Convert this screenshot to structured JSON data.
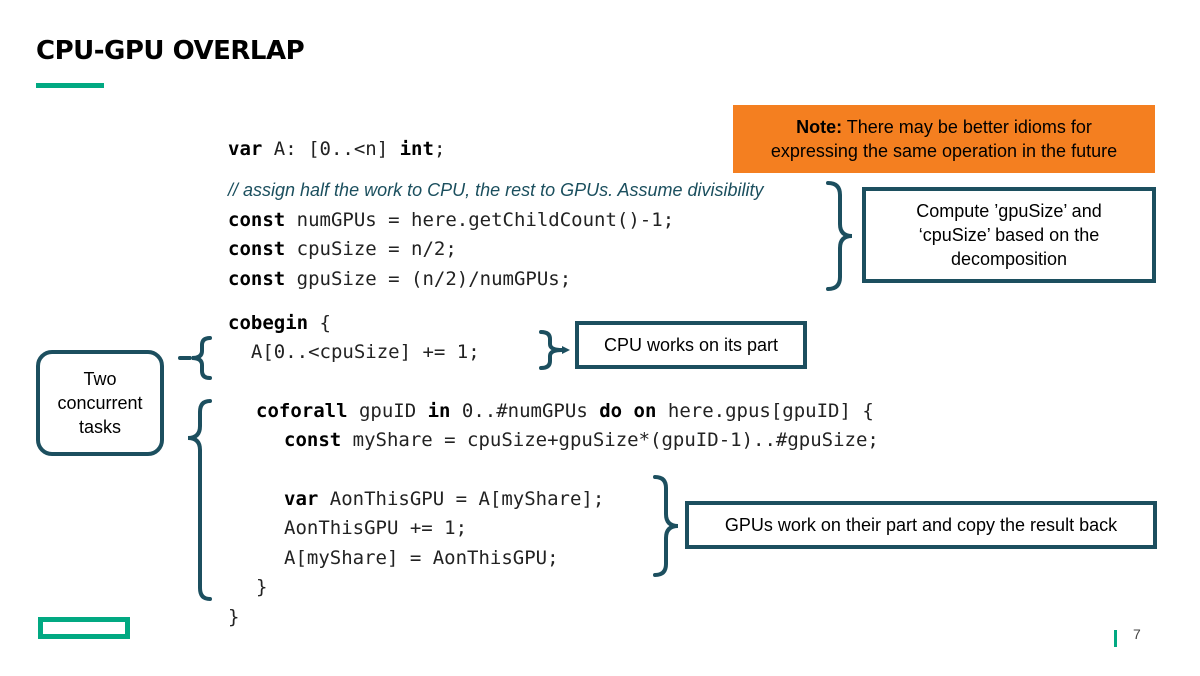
{
  "slide": {
    "title": "CPU-GPU OVERLAP",
    "page_number": "7"
  },
  "note": {
    "bold": "Note:",
    "line1_rest": " There may be better idioms for",
    "line2": "expressing the same operation in the future"
  },
  "code": {
    "line1": {
      "kw1": "var",
      "t1": " A: [0..<n] ",
      "kw2": "int",
      "t2": ";"
    },
    "comment": "// assign half the work to CPU, the rest to GPUs. Assume divisibility",
    "line2": {
      "kw": "const",
      "t": " numGPUs = here.getChildCount()-1;"
    },
    "line3": {
      "kw": "const",
      "t": " cpuSize = n/2;"
    },
    "line4": {
      "kw": "const",
      "t": " gpuSize = (n/2)/numGPUs;"
    },
    "line5": {
      "kw": "cobegin",
      "t": " {"
    },
    "line6": {
      "t": "  A[0..<cpuSize] += 1;"
    },
    "line7": {
      "kw1": "coforall",
      "t1": " gpuID ",
      "kw2": "in",
      "t2": " 0..#numGPUs ",
      "kw3": "do",
      "t3": " ",
      "kw4": "on",
      "t4": " here.gpus[gpuID] {"
    },
    "line8": {
      "kw": "const",
      "t": " myShare = cpuSize+gpuSize*(gpuID-1)..#gpuSize;"
    },
    "line9": {
      "kw": "var",
      "t": " AonThisGPU = A[myShare];"
    },
    "line10": {
      "t": "AonThisGPU += 1;"
    },
    "line11": {
      "t": "A[myShare] = AonThisGPU;"
    },
    "line12": {
      "t": "}"
    },
    "line13": {
      "t": "}"
    }
  },
  "callouts": {
    "compute": {
      "line1": "Compute ’gpuSize’ and",
      "line2": "‘cpuSize’ based on the",
      "line3": "decomposition"
    },
    "cpu": "CPU works on its part",
    "gpus": "GPUs work on their part and copy the result back",
    "tasks": {
      "line1": "Two",
      "line2": "concurrent",
      "line3": "tasks"
    }
  },
  "colors": {
    "accent_green": "#01a982",
    "note_orange": "#f47f20",
    "dark_teal": "#1c4f5f"
  }
}
